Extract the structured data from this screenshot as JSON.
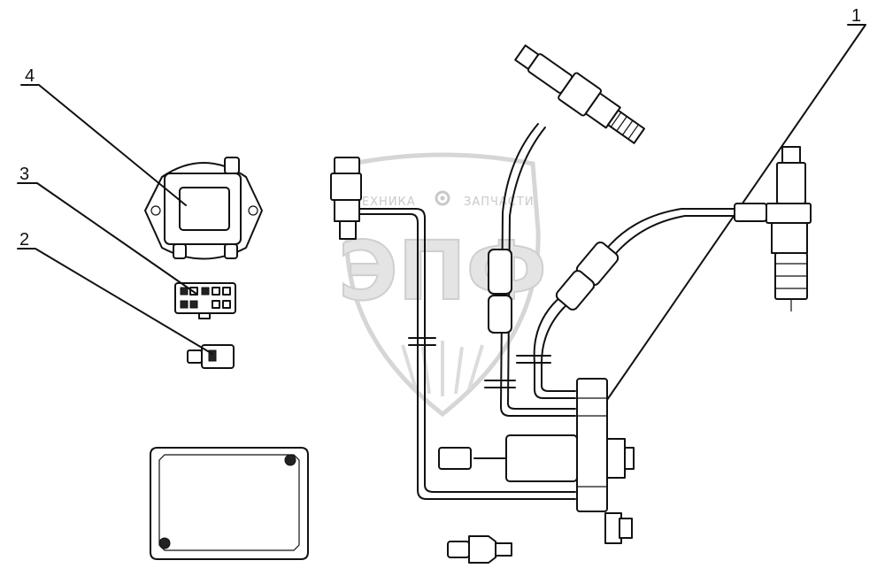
{
  "callouts": [
    {
      "label": "1"
    },
    {
      "label": "2"
    },
    {
      "label": "3"
    },
    {
      "label": "4"
    }
  ],
  "watermark": {
    "left_text": "ТЕХНИКА",
    "right_text": "ЗАПЧАСТИ",
    "logo_letters": "ЭПФ"
  },
  "colors": {
    "line": "#111111",
    "watermark": "#d0d0d0",
    "background": "#ffffff"
  }
}
